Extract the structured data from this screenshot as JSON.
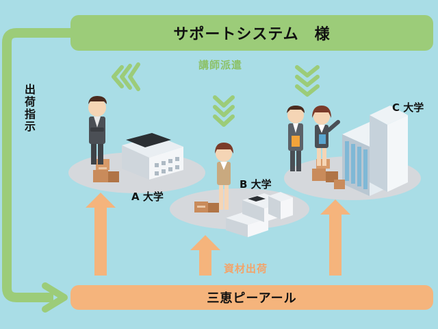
{
  "top_banner": {
    "text": "サポートシステム　様"
  },
  "bottom_banner": {
    "text": "三恵ピーアール"
  },
  "labels": {
    "dispatch": "講師派遣",
    "shipment": "資材出荷",
    "instruction": "出荷指示"
  },
  "universities": {
    "a": "A 大学",
    "b": "B 大学",
    "c": "C 大学"
  },
  "colors": {
    "background": "#a9dde6",
    "green": "#9ccc79",
    "orange": "#f5b47c"
  }
}
